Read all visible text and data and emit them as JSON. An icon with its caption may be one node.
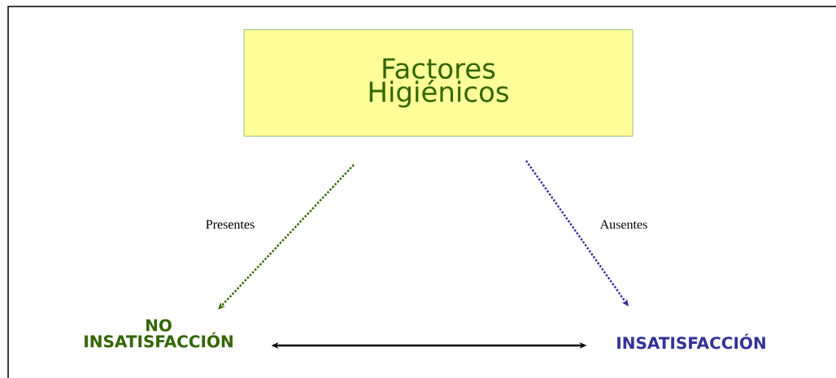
{
  "diagram": {
    "nodes": [
      {
        "text": [
          "Factores Higiénicos"
        ]
      },
      {
        "text": [
          "NO INSATISFACCIÓN"
        ]
      },
      {
        "text": [
          "INSATISFACCIÓN"
        ]
      }
    ],
    "edges": [
      {
        "from": 0,
        "to": 1,
        "arrow": "to",
        "label": "Presentes",
        "style": "dashed",
        "color": "#336600"
      },
      {
        "from": 0,
        "to": 2,
        "arrow": "to",
        "label": "Ausentes",
        "style": "dashed",
        "color": "#333399"
      },
      {
        "from": 1,
        "to": 2,
        "arrow": "both",
        "color": "#000000"
      }
    ]
  }
}
